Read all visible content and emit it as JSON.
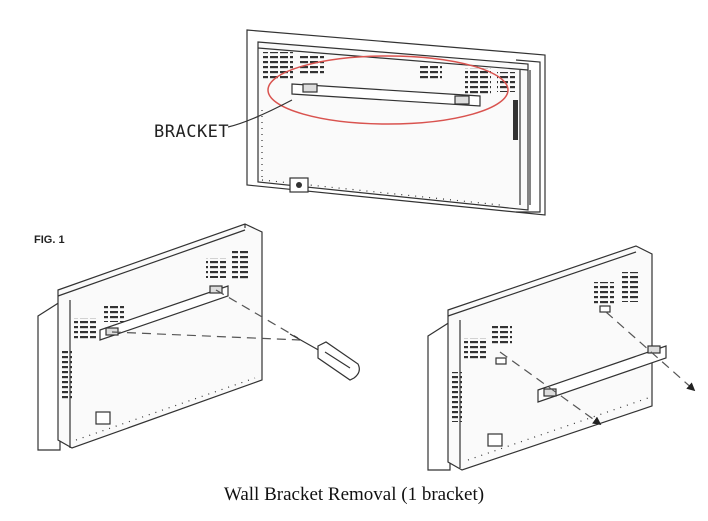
{
  "labels": {
    "bracket": "BRACKET",
    "figure": "FIG. 1"
  },
  "caption": "Wall Bracket Removal (1 bracket)",
  "colors": {
    "line": "#333333",
    "highlight_ellipse": "#d9534f",
    "background": "#ffffff"
  },
  "icons": [
    "screwdriver-icon",
    "arrow-icon"
  ]
}
